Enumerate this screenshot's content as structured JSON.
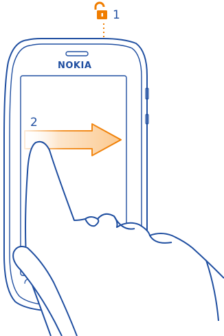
{
  "figure": {
    "brand_text": "NOKIA",
    "step_labels": {
      "lock_key": "1",
      "swipe": "2"
    }
  },
  "colors": {
    "outline": "#1f4ea0",
    "accent": "#f07d00",
    "arrow_fill_light": "#fde6cc",
    "background": "#ffffff"
  },
  "icons": {
    "lock_key": "unlock-padlock-icon",
    "swipe_arrow": "arrow-right-icon"
  }
}
